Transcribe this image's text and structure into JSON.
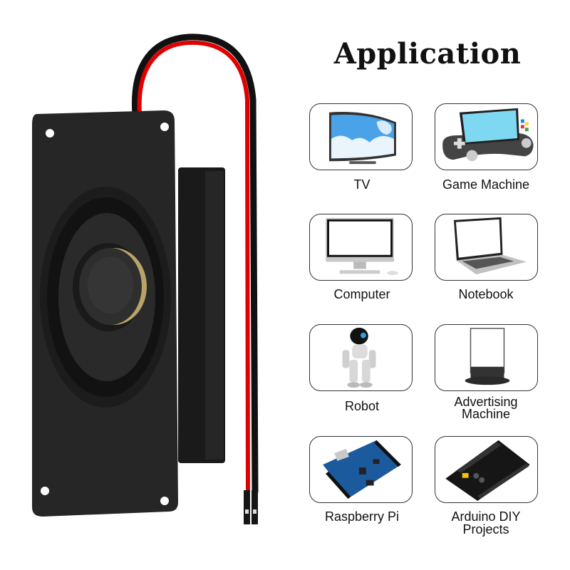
{
  "title": "Application",
  "product": {
    "name": "speaker-with-red-black-wires",
    "wire_colors": {
      "positive": "#e00000",
      "negative": "#111111"
    },
    "body_color": "#1e1e1e"
  },
  "applications": [
    {
      "label": "TV",
      "icon": "tv-icon"
    },
    {
      "label": "Game Machine",
      "icon": "game-console-icon"
    },
    {
      "label": "Computer",
      "icon": "desktop-computer-icon"
    },
    {
      "label": "Notebook",
      "icon": "laptop-icon"
    },
    {
      "label": "Robot",
      "icon": "robot-icon"
    },
    {
      "label": "Advertising",
      "label2": "Machine",
      "icon": "advertising-display-icon"
    },
    {
      "label": "Raspberry Pi",
      "icon": "circuit-board-icon"
    },
    {
      "label": "Arduino DIY",
      "label2": "Projects",
      "icon": "arduino-board-icon"
    }
  ]
}
